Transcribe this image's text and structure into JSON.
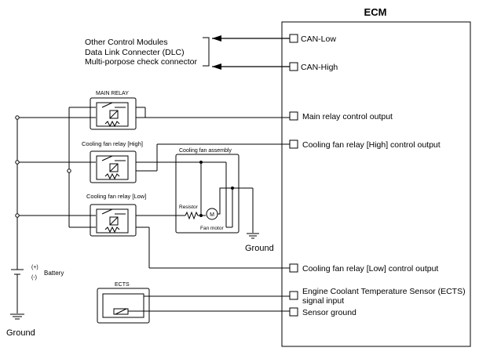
{
  "ecm": {
    "title": "ECM",
    "pins": {
      "can_low": "CAN-Low",
      "can_high": "CAN-High",
      "main_relay_output": "Main relay control output",
      "fan_high_output": "Cooling fan relay [High] control output",
      "fan_low_output": "Cooling fan relay [Low] control output",
      "ects_input_line1": "Engine Coolant Temperature Sensor (ECTS)",
      "ects_input_line2": "signal input",
      "sensor_ground": "Sensor ground"
    }
  },
  "modules": {
    "line1": "Other Control Modules",
    "line2": "Data Link Connecter (DLC)",
    "line3": "Multi-porpose check connector"
  },
  "main_relay": {
    "label": "MAIN RELAY"
  },
  "fan_relay_high": {
    "label": "Cooling fan relay [High]"
  },
  "fan_relay_low": {
    "label": "Cooling fan relay [Low]"
  },
  "fan_assembly": {
    "label": "Cooling fan assembly",
    "resistor": "Resistor",
    "motor": "Fan motor",
    "motor_symbol": "M"
  },
  "battery": {
    "label": "Battery",
    "plus": "(+)",
    "minus": "(-)"
  },
  "ects": {
    "label": "ECTS"
  },
  "grounds": {
    "fan_ground": "Ground",
    "battery_ground": "Ground"
  }
}
